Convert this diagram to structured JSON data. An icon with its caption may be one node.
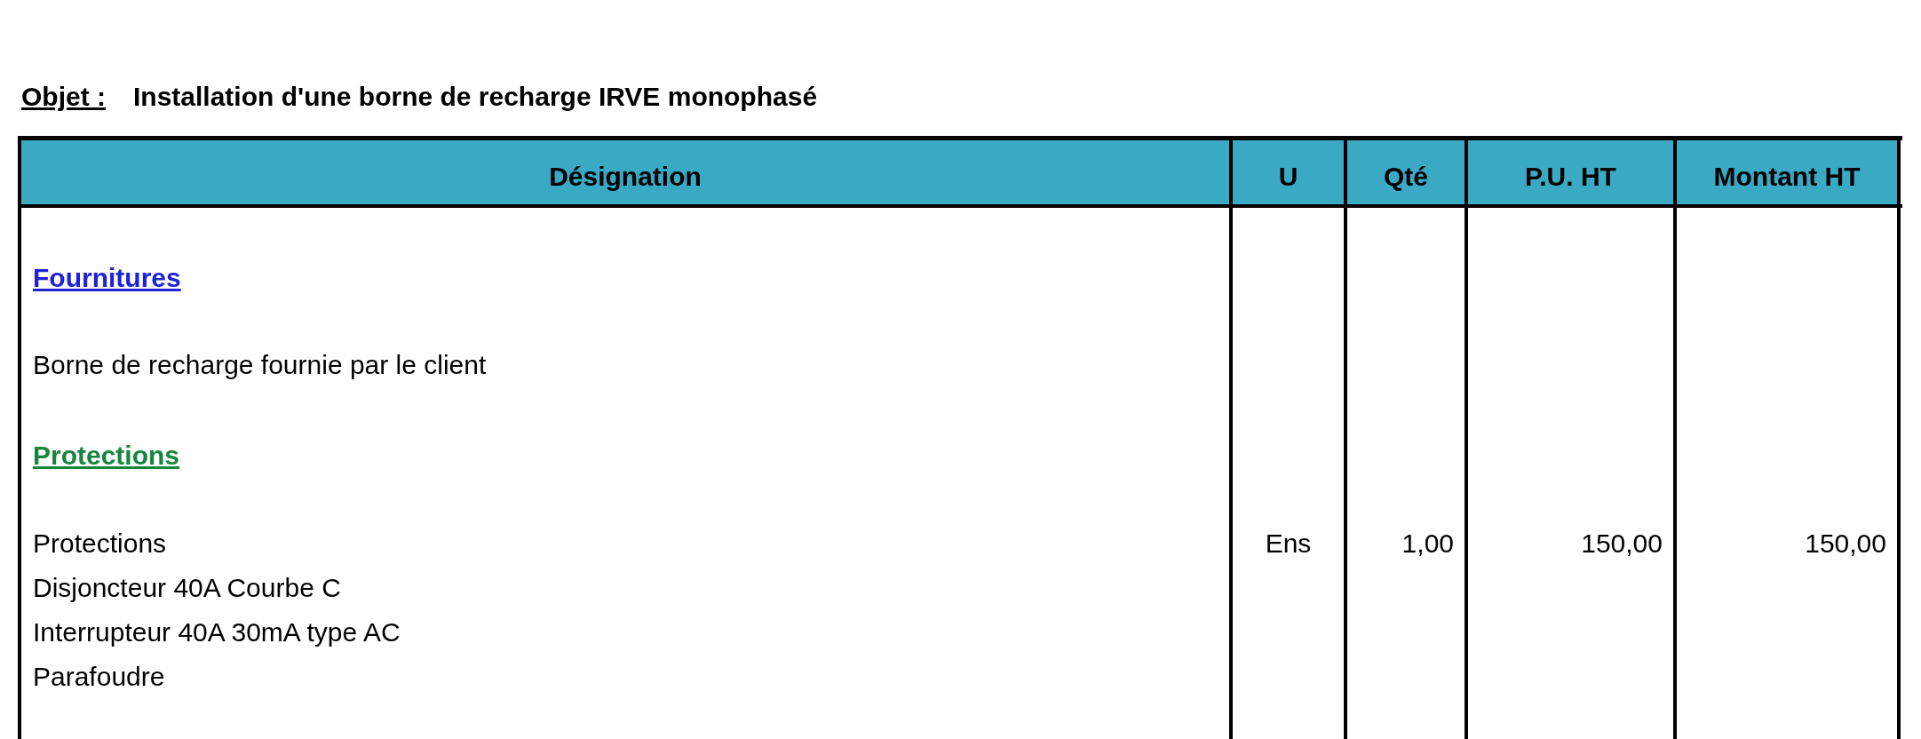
{
  "diagram": {
    "title": "Installation d'une borne de recharge IRVE monophasé",
    "labels": [
      "Objet :",
      "Désignation",
      "U",
      "Qté",
      "P.U. HT",
      "Montant HT",
      "Fournitures",
      "Borne de recharge fournie par le client",
      "Protections",
      "Protections",
      "Ens",
      "1,00",
      "150,00",
      "150,00",
      "Disjoncteur 40A Courbe C",
      "Interrupteur 40A 30mA type AC",
      "Parafoudre"
    ]
  }
}
